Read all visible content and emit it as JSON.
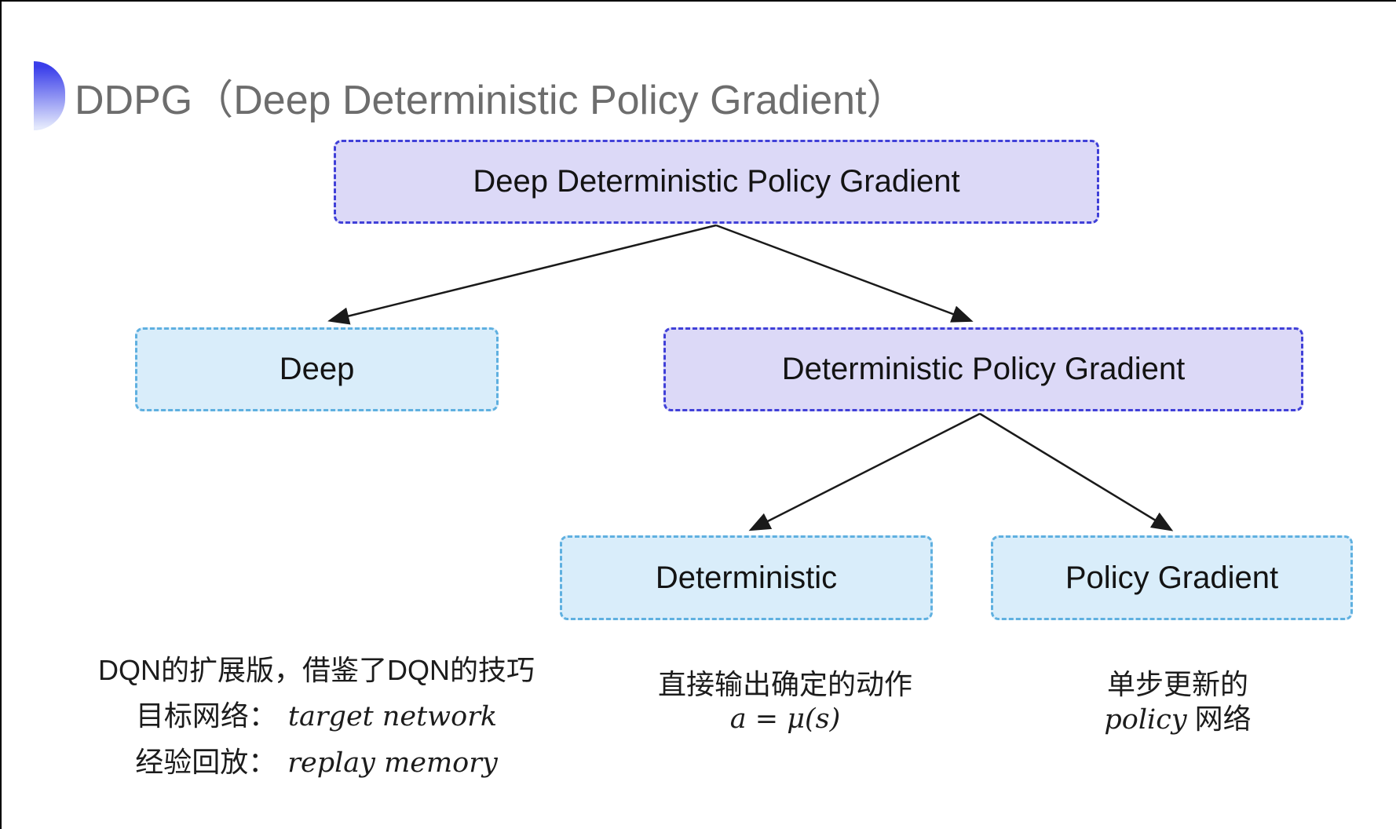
{
  "title": {
    "text": "DDPG（Deep Deterministic Policy Gradient）",
    "bullet_icon": "blue-gradient-half-circle"
  },
  "nodes": [
    {
      "id": "ddpg",
      "label": "Deep Deterministic Policy Gradient",
      "variant": "purple"
    },
    {
      "id": "deep",
      "label": "Deep",
      "variant": "cyan"
    },
    {
      "id": "dpg",
      "label": "Deterministic Policy Gradient",
      "variant": "purple"
    },
    {
      "id": "deterministic",
      "label": "Deterministic",
      "variant": "cyan"
    },
    {
      "id": "policy_gradient",
      "label": "Policy Gradient",
      "variant": "cyan"
    }
  ],
  "edges": [
    {
      "from": "ddpg",
      "to": "deep"
    },
    {
      "from": "ddpg",
      "to": "dpg"
    },
    {
      "from": "dpg",
      "to": "deterministic"
    },
    {
      "from": "dpg",
      "to": "policy_gradient"
    }
  ],
  "annotations": {
    "deep": {
      "line1": "DQN的扩展版，借鉴了DQN的技巧",
      "line2_zh": "目标网络：",
      "line2_en": "target network",
      "line3_zh": "经验回放：",
      "line3_en": "replay memory"
    },
    "deterministic": {
      "line1": "直接输出确定的动作",
      "formula": "a = μ(s)"
    },
    "policy_gradient": {
      "line1": "单步更新的",
      "line2_en": "policy",
      "line2_zh": "网络"
    }
  },
  "colors": {
    "purple_fill": "#dcd9f7",
    "purple_border": "#4040d8",
    "cyan_fill": "#d9edfa",
    "cyan_border": "#5fb0e0",
    "arrow": "#1a1a1a",
    "title_text": "#6d6d6d",
    "node_text": "#131313",
    "annotation_text": "#1c1c1c",
    "bullet_top": "#3a3eea",
    "bullet_bottom": "#e4e9fc",
    "frame_line": "#000000",
    "bg": "#ffffff"
  }
}
